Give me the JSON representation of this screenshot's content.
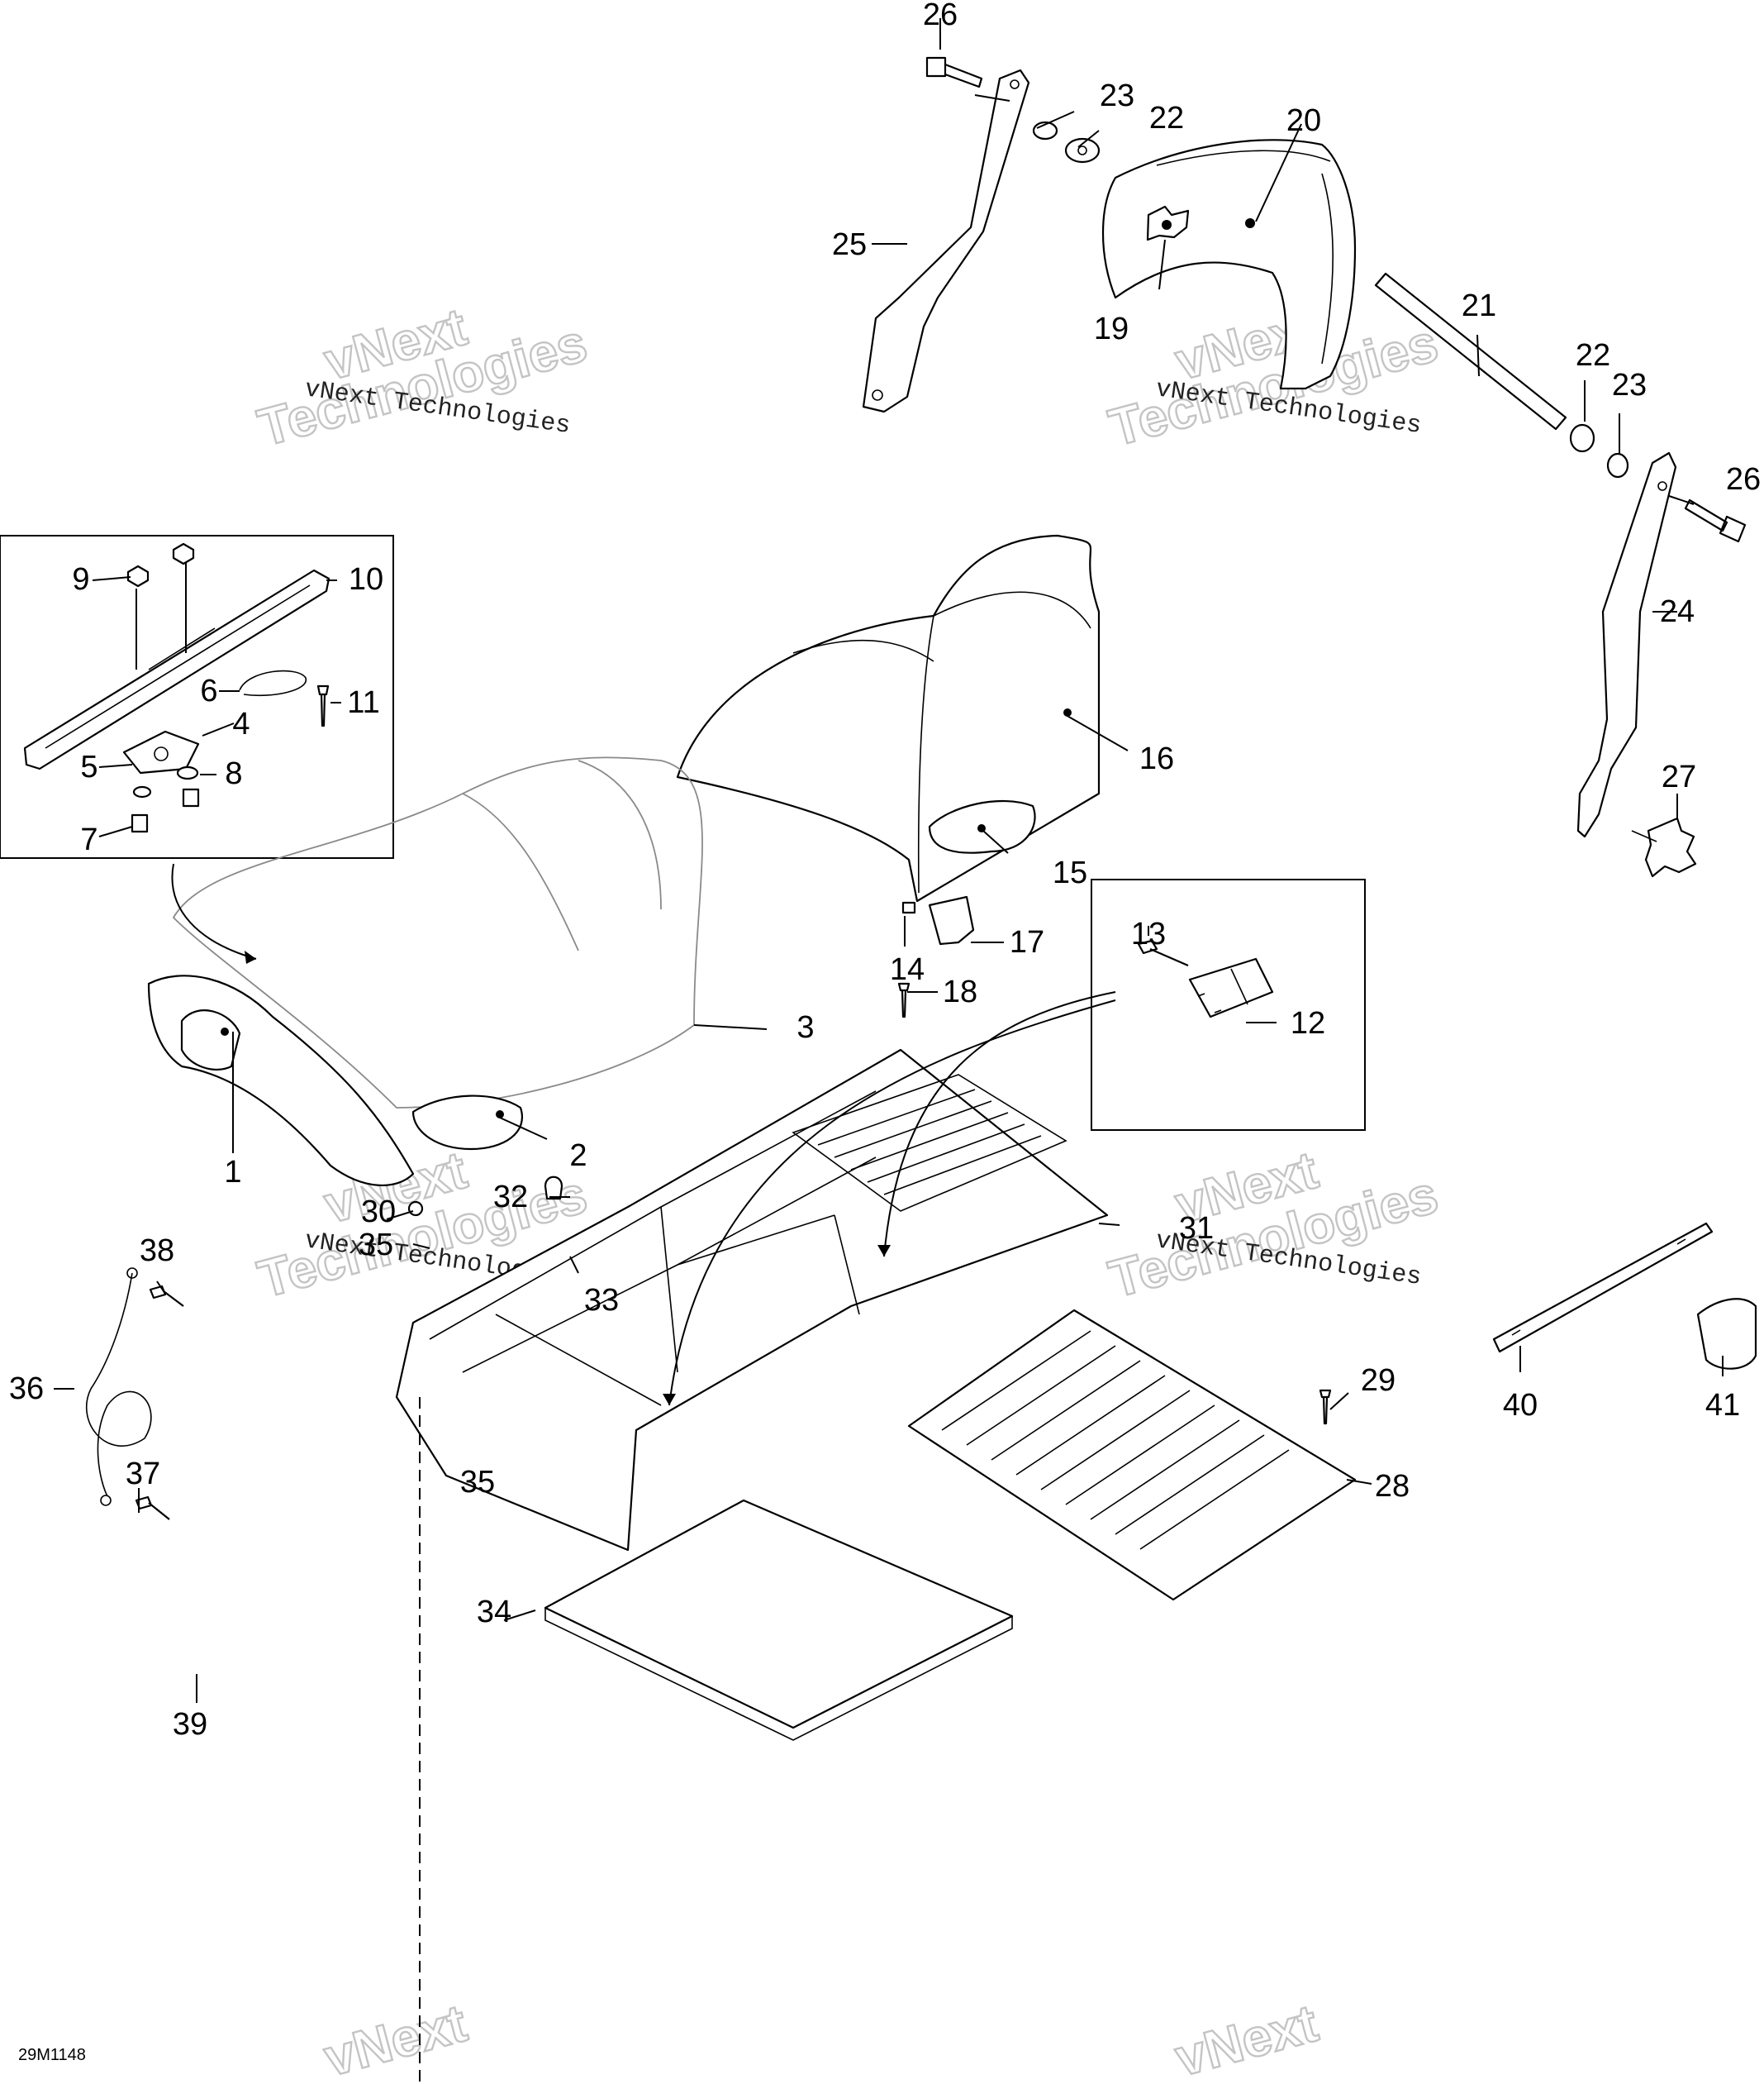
{
  "figure_code": "29M1148",
  "watermark": {
    "brand": "vNext Technologies",
    "big_line1": "vNext",
    "big_line2": "Technologies"
  },
  "callouts": [
    "1",
    "2",
    "3",
    "4",
    "5",
    "6",
    "7",
    "8",
    "9",
    "10",
    "11",
    "12",
    "13",
    "14",
    "15",
    "16",
    "17",
    "18",
    "19",
    "20",
    "21",
    "22",
    "22",
    "23",
    "23",
    "24",
    "25",
    "26",
    "26",
    "27",
    "28",
    "29",
    "30",
    "31",
    "32",
    "33",
    "34",
    "35",
    "35",
    "36",
    "37",
    "38",
    "39",
    "40",
    "41"
  ],
  "parts": {
    "seat": "seat-assembly",
    "backrest": "backrest-cushion",
    "seat_tray": "seat-tray",
    "cargo_box": "cargo-box",
    "rack": "rack-grid",
    "bracket_left": "left-backrest-bracket",
    "bracket_right": "right-backrest-bracket",
    "shaft": "backrest-shaft",
    "foam_pad": "foam-pad",
    "tether": "tether-cable",
    "rail": "side-rail",
    "end_cap": "rail-end-cap"
  },
  "inset_boxes": [
    "latch-detail-box",
    "hinge-detail-box"
  ]
}
